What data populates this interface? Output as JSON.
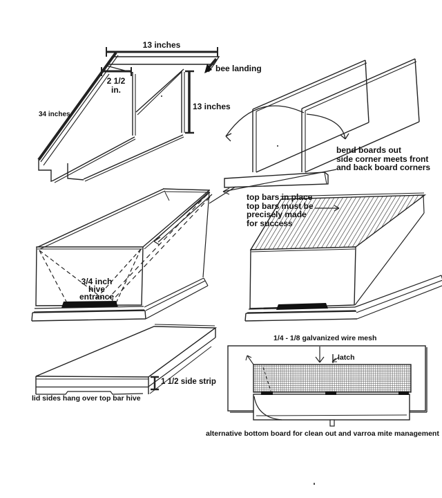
{
  "figure": {
    "type": "technical line drawing",
    "subject": "top bar beehive construction steps"
  },
  "colors": {
    "ink": "#222222",
    "paper": "#ffffff",
    "solid_fill": "#111111"
  },
  "panels": {
    "side_boards": {
      "top_width_dim": "13 inches",
      "bar_width_dim": "2 1/2",
      "bar_width_unit": "in.",
      "length_dim": "34 inches",
      "height_dim": "13 inches",
      "landing_label": "bee landing"
    },
    "bend_boards": {
      "note_line1": "bend boards out",
      "note_line2": "side corner meets front",
      "note_line3": "and back board corners"
    },
    "hive_body": {
      "entrance_line1": "3/4 inch",
      "entrance_line2": "hive",
      "entrance_line3": "entrance"
    },
    "top_bars": {
      "note_line1": "top bars in place",
      "note_line2": "top bars must be",
      "note_line3": "precisely made",
      "note_line4": "for success"
    },
    "lid": {
      "strip_dim": "1 1/2 side strip",
      "caption": "lid sides hang over top bar hive"
    },
    "bottom_board": {
      "mesh_label": "1/4 - 1/8 galvanized wire mesh",
      "latch_label": "latch",
      "caption": "alternative bottom board for clean out and varroa mite management"
    }
  }
}
